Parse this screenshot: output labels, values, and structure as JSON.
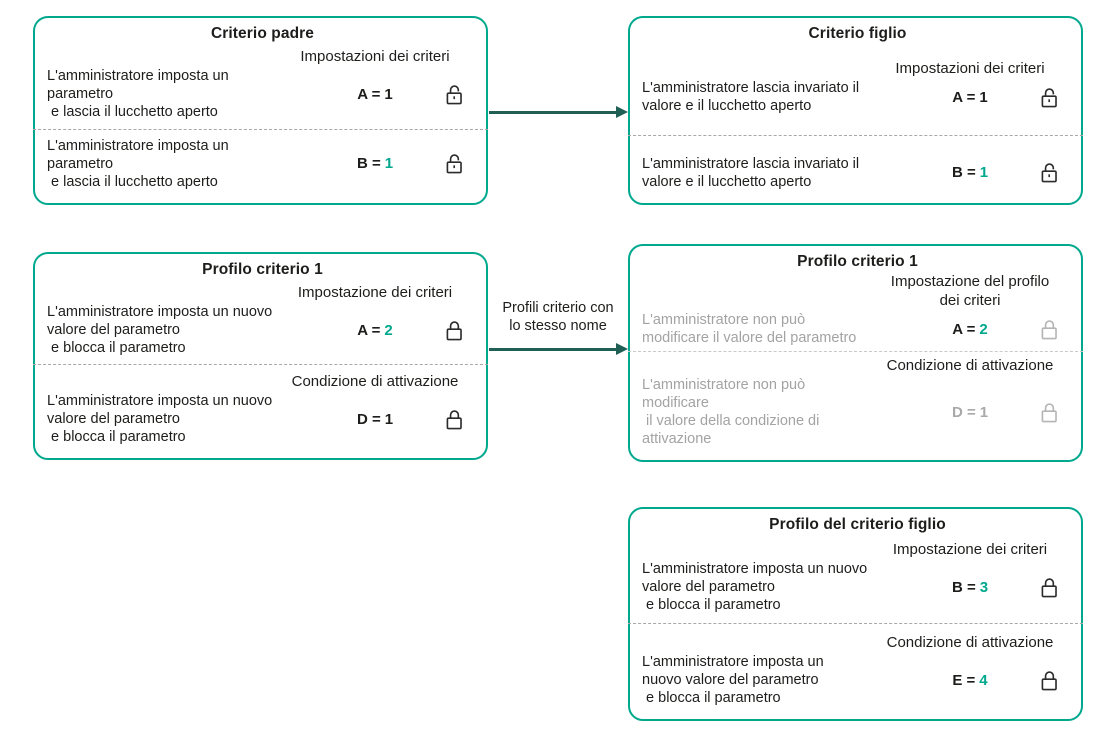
{
  "colors": {
    "box_border": "#00A88E",
    "accent_number": "#00A88E",
    "arrow": "#205F54",
    "text": "#1D1D1B",
    "muted_text": "#A3A3A3",
    "muted_lock": "#B5B5B5",
    "divider": "#A8A8A8"
  },
  "connector": {
    "middle_label": "Profili criterio con\nlo stesso nome"
  },
  "boxes": [
    {
      "title": "Criterio padre",
      "segments": [
        {
          "header": "Impostazioni dei criteri",
          "text": "L'amministratore imposta un\nparametro\n e lascia il lucchetto aperto",
          "value_label": "A =",
          "value_number": "1",
          "lock": "open"
        },
        {
          "text": "L'amministratore imposta un\nparametro\n e lascia il lucchetto aperto",
          "value_label": "B =",
          "value_number": "1",
          "lock": "open"
        }
      ]
    },
    {
      "title": "Criterio figlio",
      "segments": [
        {
          "header": "Impostazioni dei criteri",
          "text": "L'amministratore lascia invariato il\nvalore e il lucchetto aperto",
          "value_label": "A =",
          "value_number": "1",
          "lock": "open"
        },
        {
          "text": "L'amministratore lascia invariato il\nvalore e il lucchetto aperto",
          "value_label": "B =",
          "value_number": "1",
          "lock": "open"
        }
      ]
    },
    {
      "title": "Profilo criterio 1",
      "segments": [
        {
          "header": "Impostazione dei criteri",
          "text": "L'amministratore imposta un nuovo\nvalore del parametro\n e blocca il parametro",
          "value_label": "A =",
          "value_number": "2",
          "lock": "closed"
        },
        {
          "header": "Condizione di attivazione",
          "text": "L'amministratore imposta un nuovo\nvalore del parametro\n e blocca il parametro",
          "value_label": "D =",
          "value_number": "1",
          "lock": "closed"
        }
      ]
    },
    {
      "title": "Profilo criterio 1",
      "segments": [
        {
          "header": "Impostazione del profilo\ndei criteri",
          "text": "L'amministratore non può\nmodificare il valore del parametro",
          "value_label": "A =",
          "value_number": "2",
          "lock": "closed"
        },
        {
          "header": "Condizione di attivazione",
          "text": "L'amministratore non può\nmodificare\n il valore della condizione di\nattivazione",
          "value_label": "D =",
          "value_number": "1",
          "lock": "closed"
        }
      ]
    },
    {
      "title": "Profilo del criterio figlio",
      "segments": [
        {
          "header": "Impostazione dei criteri",
          "text": "L'amministratore imposta un nuovo\nvalore del parametro\n e blocca il parametro",
          "value_label": "B =",
          "value_number": "3",
          "lock": "closed"
        },
        {
          "header": "Condizione di attivazione",
          "text": "L'amministratore imposta un\nnuovo valore del parametro\n e blocca il parametro",
          "value_label": "E =",
          "value_number": "4",
          "lock": "closed"
        }
      ]
    }
  ]
}
